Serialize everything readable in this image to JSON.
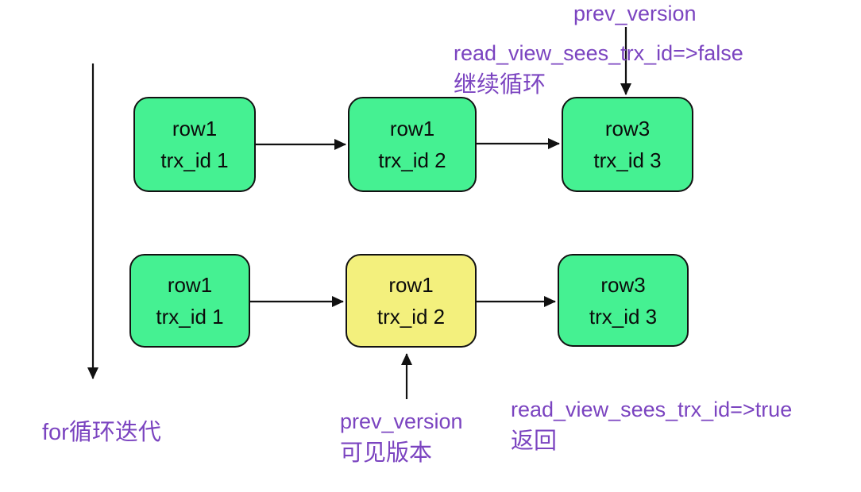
{
  "diagram": {
    "title_hint": "MVCC version chain traversal",
    "colors": {
      "node_green": "#45f192",
      "node_highlight_yellow": "#f3f07d",
      "annotation_purple": "#7b44c0",
      "arrow_ink": "#111111"
    },
    "chains": [
      {
        "name": "top-chain",
        "nodes": [
          {
            "line1": "row1",
            "line2": "trx_id 1",
            "highlight": false
          },
          {
            "line1": "row1",
            "line2": "trx_id 2",
            "highlight": false
          },
          {
            "line1": "row3",
            "line2": "trx_id 3",
            "highlight": false
          }
        ]
      },
      {
        "name": "bottom-chain",
        "nodes": [
          {
            "line1": "row1",
            "line2": "trx_id 1",
            "highlight": false
          },
          {
            "line1": "row1",
            "line2": "trx_id 2",
            "highlight": true
          },
          {
            "line1": "row3",
            "line2": "trx_id 3",
            "highlight": false
          }
        ]
      }
    ],
    "annotations": {
      "prev_version_top": "prev_version",
      "read_view_false": {
        "line1": "read_view_sees_trx_id=>false",
        "line2": "继续循环"
      },
      "for_loop": "for循环迭代",
      "prev_version_bottom": {
        "line1": "prev_version",
        "line2": "可见版本"
      },
      "read_view_true": {
        "line1": "read_view_sees_trx_id=>true",
        "line2": "返回"
      }
    }
  }
}
